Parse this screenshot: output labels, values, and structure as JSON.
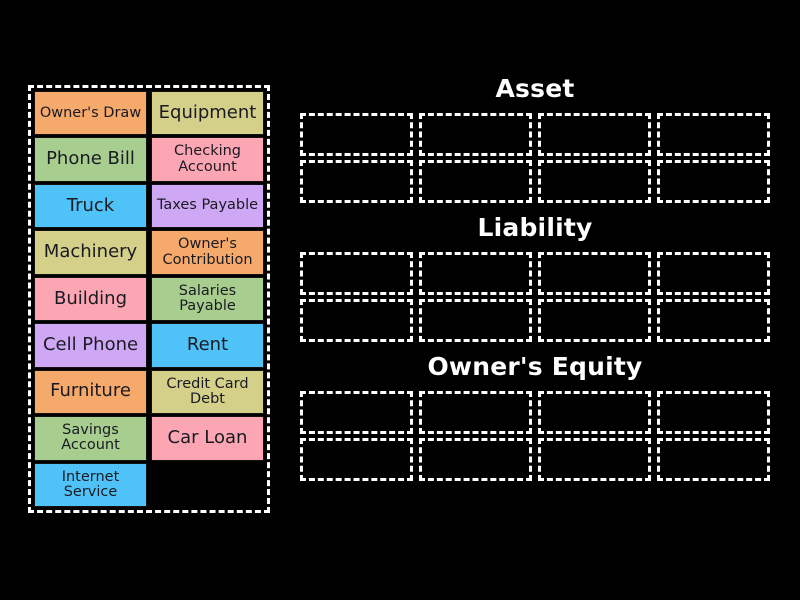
{
  "tile_bank": {
    "name": "accounting-term-tile-bank",
    "tiles": [
      {
        "label": "Owner's Draw",
        "color": "#f5a96b",
        "lines": 2
      },
      {
        "label": "Equipment",
        "color": "#d4d08a",
        "lines": 1
      },
      {
        "label": "Phone Bill",
        "color": "#a8ce8f",
        "lines": 1
      },
      {
        "label": "Checking Account",
        "color": "#fca6b4",
        "lines": 2
      },
      {
        "label": "Truck",
        "color": "#4fc3f7",
        "lines": 1
      },
      {
        "label": "Taxes Payable",
        "color": "#cfa8f5",
        "lines": 2
      },
      {
        "label": "Machinery",
        "color": "#d4d08a",
        "lines": 1
      },
      {
        "label": "Owner's Contribution",
        "color": "#f5a96b",
        "lines": 2
      },
      {
        "label": "Building",
        "color": "#fca6b4",
        "lines": 1
      },
      {
        "label": "Salaries Payable",
        "color": "#a8ce8f",
        "lines": 2
      },
      {
        "label": "Cell Phone",
        "color": "#cfa8f5",
        "lines": 1
      },
      {
        "label": "Rent",
        "color": "#4fc3f7",
        "lines": 1
      },
      {
        "label": "Furniture",
        "color": "#f5a96b",
        "lines": 1
      },
      {
        "label": "Credit Card Debt",
        "color": "#d4d08a",
        "lines": 2
      },
      {
        "label": "Savings Account",
        "color": "#a8ce8f",
        "lines": 2
      },
      {
        "label": "Car Loan",
        "color": "#fca6b4",
        "lines": 1
      },
      {
        "label": "Internet Service",
        "color": "#4fc3f7",
        "lines": 2
      },
      {
        "label": "",
        "color": "",
        "lines": 0,
        "empty": true
      }
    ]
  },
  "categories": [
    {
      "title": "Asset",
      "slots": 8
    },
    {
      "title": "Liability",
      "slots": 8
    },
    {
      "title": "Owner's Equity",
      "slots": 8
    }
  ],
  "colors": {
    "background": "#000000",
    "outline": "#ffffff",
    "tile_text": "#1a1a22",
    "orange": "#f5a96b",
    "olive": "#d4d08a",
    "green": "#a8ce8f",
    "pink": "#fca6b4",
    "blue": "#4fc3f7",
    "purple": "#cfa8f5"
  }
}
